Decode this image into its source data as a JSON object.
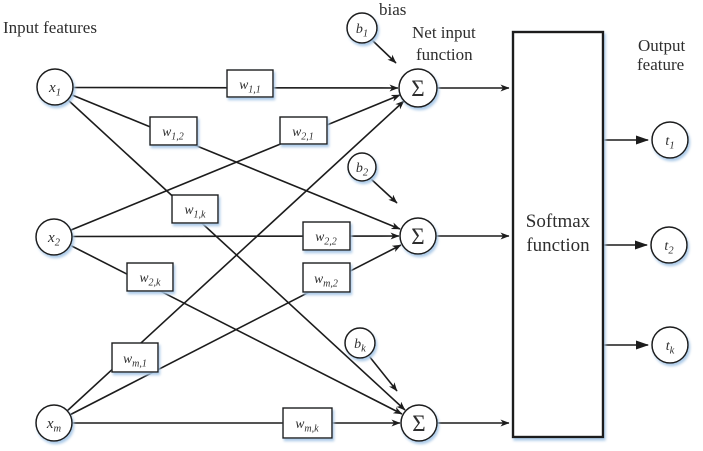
{
  "colors": {
    "line": "#1c1c1c",
    "text": "#2e2e2e",
    "shadow": "#a9c9e8",
    "bg": "#ffffff"
  },
  "labels": {
    "input_features": "Input features",
    "bias": "bias",
    "net_input_line1": "Net input",
    "net_input_line2": "function",
    "output_line1": "Output",
    "output_line2": "feature"
  },
  "softmax_box": {
    "line1": "Softmax",
    "line2": "function"
  },
  "nodes": {
    "inputs": [
      {
        "base": "x",
        "sub": "1"
      },
      {
        "base": "x",
        "sub": "2"
      },
      {
        "base": "x",
        "sub": "m"
      }
    ],
    "biases": [
      {
        "base": "b",
        "sub": "1"
      },
      {
        "base": "b",
        "sub": "2"
      },
      {
        "base": "b",
        "sub": "k"
      }
    ],
    "sums": [
      {
        "symbol": "Σ"
      },
      {
        "symbol": "Σ"
      },
      {
        "symbol": "Σ"
      }
    ],
    "outputs": [
      {
        "base": "t",
        "sub": "1"
      },
      {
        "base": "t",
        "sub": "2"
      },
      {
        "base": "t",
        "sub": "k"
      }
    ]
  },
  "weights": [
    {
      "base": "w",
      "sub": "1,1"
    },
    {
      "base": "w",
      "sub": "1,2"
    },
    {
      "base": "w",
      "sub": "2,1"
    },
    {
      "base": "w",
      "sub": "1,k"
    },
    {
      "base": "w",
      "sub": "2,2"
    },
    {
      "base": "w",
      "sub": "2,k"
    },
    {
      "base": "w",
      "sub": "m,2"
    },
    {
      "base": "w",
      "sub": "m,1"
    },
    {
      "base": "w",
      "sub": "m,k"
    }
  ]
}
